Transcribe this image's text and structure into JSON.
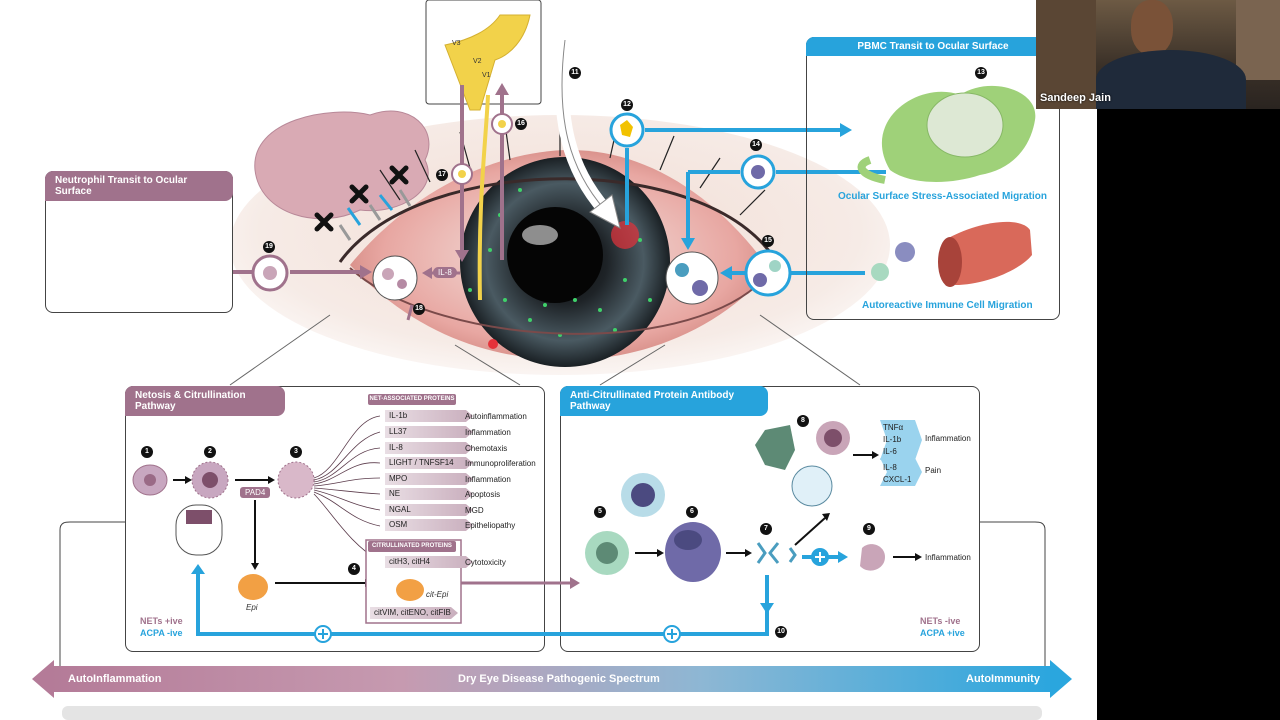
{
  "webcam": {
    "name": "Sandeep Jain"
  },
  "panels": {
    "neutrophil": "Neutrophil Transit to Ocular Surface",
    "pbmc": "PBMC Transit to Ocular Surface",
    "netosis": "Netosis & Citrullination Pathway",
    "acpa": "Anti-Citrullinated Protein Antibody Pathway"
  },
  "labels": {
    "ocular_stress": "Ocular Surface Stress-Associated Migration",
    "autoreactive": "Autoreactive Immune Cell Migration",
    "il8": "IL-8",
    "pad4": "PAD4",
    "epi": "Epi",
    "cit_epi": "cit-Epi",
    "net_assoc": "NET-ASSOCIATED PROTEINS",
    "citrullinated": "CITRULLINATED PROTEINS",
    "v1": "V1",
    "v2": "V2",
    "v3": "V3",
    "nets_pos": "NETs +ive",
    "acpa_neg": "ACPA -ive",
    "nets_neg": "NETs -ive",
    "acpa_pos": "ACPA +ive"
  },
  "net_proteins": [
    {
      "name": "IL-1b",
      "effect": "Autoinflammation"
    },
    {
      "name": "LL37",
      "effect": "Inflammation"
    },
    {
      "name": "IL-8",
      "effect": "Chemotaxis"
    },
    {
      "name": "LIGHT / TNFSF14",
      "effect": "Immunoproliferation"
    },
    {
      "name": "MPO",
      "effect": "Inflammation"
    },
    {
      "name": "NE",
      "effect": "Apoptosis"
    },
    {
      "name": "NGAL",
      "effect": "MGD"
    },
    {
      "name": "OSM",
      "effect": "Epitheliopathy"
    }
  ],
  "cit_proteins": {
    "row1": "citH3, citH4",
    "row1_effect": "Cytotoxicity",
    "row2": "citVIM, citENO, citFIB"
  },
  "cytokines": {
    "group1": [
      "TNFα",
      "IL-1b",
      "IL-6"
    ],
    "group1_effect": "Inflammation",
    "group2": [
      "IL-8",
      "CXCL-1"
    ],
    "group2_effect": "Pain",
    "step9_effect": "Inflammation"
  },
  "steps": [
    "1",
    "2",
    "3",
    "4",
    "5",
    "6",
    "7",
    "8",
    "9",
    "10",
    "11",
    "12",
    "13",
    "14",
    "15",
    "16",
    "17",
    "18",
    "19"
  ],
  "spectrum": {
    "left": "AutoInflammation",
    "center": "Dry Eye Disease Pathogenic Spectrum",
    "right": "AutoImmunity"
  },
  "colors": {
    "mauve": "#a0728c",
    "blue": "#27a3dc",
    "yellow": "#f2d24a"
  }
}
